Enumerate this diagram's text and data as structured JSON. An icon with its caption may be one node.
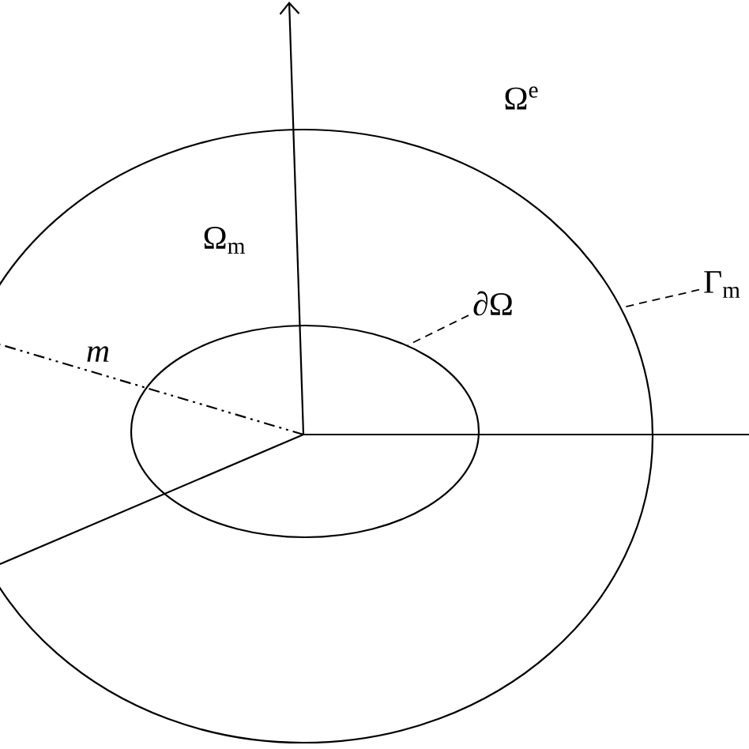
{
  "diagram": {
    "nodes": [
      {
        "text": [],
        "shape": "ellipse"
      },
      {
        "text": [],
        "shape": "ellipse",
        "in": 0
      },
      {
        "text": [
          "∂Ω"
        ],
        "in": 0
      },
      {
        "text": [
          "Γ$_{m}$"
        ]
      }
    ],
    "edges": [
      {
        "from": 2,
        "to": 1,
        "arrow": "none",
        "style": "dashed"
      },
      {
        "from": 3,
        "to": 0,
        "arrow": "none",
        "style": "dashed"
      }
    ],
    "labels": [
      "Ω$^{e}$",
      "Ω$_{m}$",
      "m"
    ]
  }
}
